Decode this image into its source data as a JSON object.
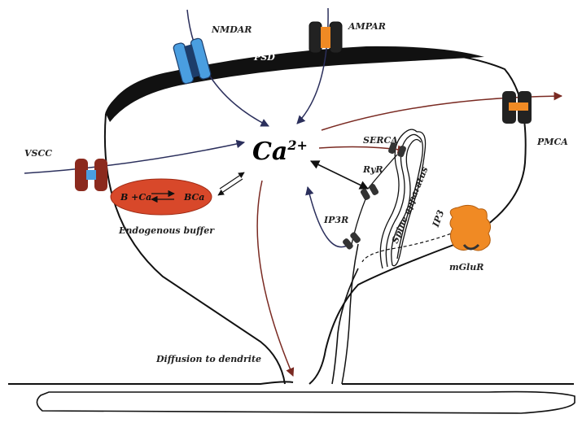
{
  "labels": {
    "nmdar": "NMDAR",
    "ampar": "AMPAR",
    "psd": "PSD",
    "pmca": "PMCA",
    "vscc": "VSCC",
    "serca": "SERCA",
    "ryr": "RyR",
    "ip3r": "IP3R",
    "ip3": "IP3",
    "mglur": "mGluR",
    "spine_apparatus": "Spine apparatus",
    "endogenous_buffer": "Endogenous buffer",
    "buffer_left": "B +Ca",
    "buffer_right": "BCa",
    "diffusion": "Diffusion to dendrite",
    "ca_base": "Ca",
    "ca_sup": "2+"
  },
  "colors": {
    "membrane": "#111111",
    "psd": "#111111",
    "nmdar": "#4a9ee0",
    "ampar_dark": "#222222",
    "ampar_light": "#f08a24",
    "pmca_dark": "#222222",
    "pmca_light": "#f08a24",
    "vscc": "#8b2a1e",
    "vscc_inner": "#4a9ee0",
    "buffer": "#d8482a",
    "mglur": "#f08a24",
    "influx_arrow": "#2b2f5c",
    "efflux_arrow": "#7a2a22"
  }
}
